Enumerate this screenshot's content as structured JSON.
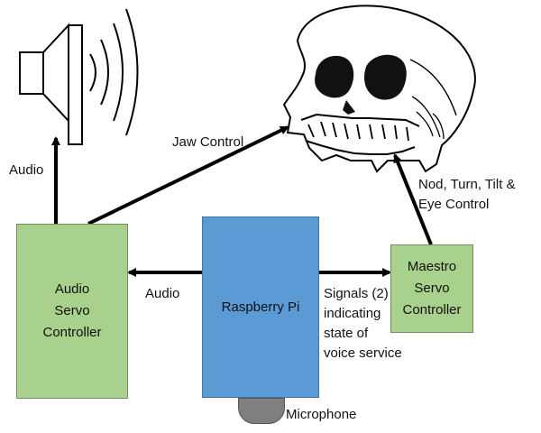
{
  "nodes": {
    "audio_servo_controller": "Audio\nServo\nController",
    "raspberry_pi": "Raspberry Pi",
    "maestro_servo_controller": "Maestro\nServo\nController"
  },
  "labels": {
    "audio_up": "Audio",
    "audio_left": "Audio",
    "jaw_control": "Jaw Control",
    "nod_control": "Nod, Turn, Tilt &\nEye Control",
    "signals": "Signals (2)\nindicating\nstate of\nvoice service",
    "microphone": "Microphone"
  },
  "colors": {
    "controller_fill": "#a9d18e",
    "pi_fill": "#5b9bd5",
    "microphone_fill": "#7f7f7f",
    "arrow": "#000000"
  },
  "icons": {
    "speaker": "speaker-icon",
    "skull": "skull-icon",
    "microphone": "microphone-icon"
  }
}
